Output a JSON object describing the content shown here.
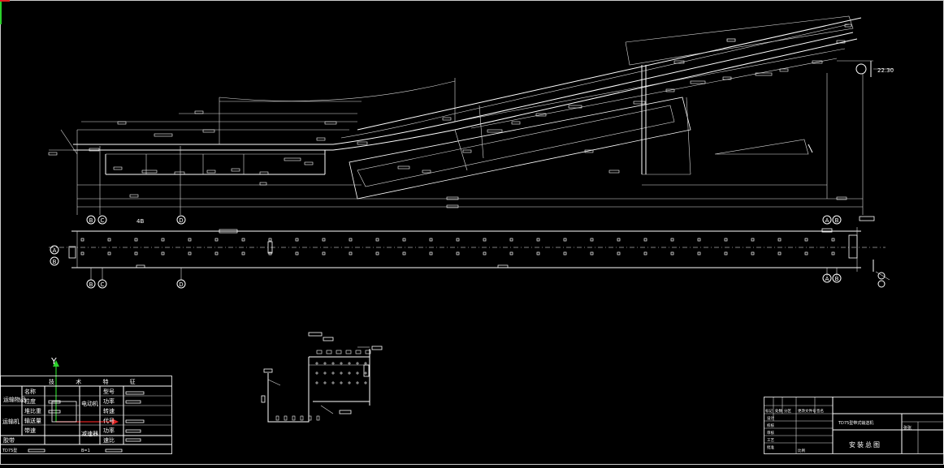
{
  "drawing": {
    "title": "安装总图",
    "angle_label": "22.30",
    "grid_axes_top": [
      "B",
      "C",
      "D",
      "A",
      "B"
    ],
    "grid_axes_bottom": [
      "B",
      "C",
      "D",
      "A",
      "B"
    ],
    "side_axes": [
      "A",
      "B"
    ],
    "dim_label_top": "4B",
    "ucs_y": "Y"
  },
  "tech_table": {
    "header": "技 术 特 征",
    "group_material": "运输物品",
    "group_conveyor": "运输机",
    "group_motor": "电动机",
    "group_reducer": "减速器",
    "row_labels": [
      "名称",
      "粒度",
      "堆比重",
      "输送量",
      "带速"
    ],
    "motor_labels": [
      "型号",
      "功率",
      "转速",
      "代号"
    ],
    "reducer_labels": [
      "功率",
      "速比"
    ],
    "bottom_left": "胶带",
    "footer_left": "TD75型",
    "footer_mid": "B=1"
  },
  "title_block": {
    "headers": [
      "标记",
      "处数",
      "分区",
      "更改文件号",
      "签名",
      "年月日"
    ],
    "rows": [
      "设计",
      "校核",
      "审核",
      "工艺",
      "批准"
    ],
    "project": "TD75型带式输送机",
    "drawing_name": "安装总图",
    "scale": "比例",
    "sheet": "张张"
  }
}
